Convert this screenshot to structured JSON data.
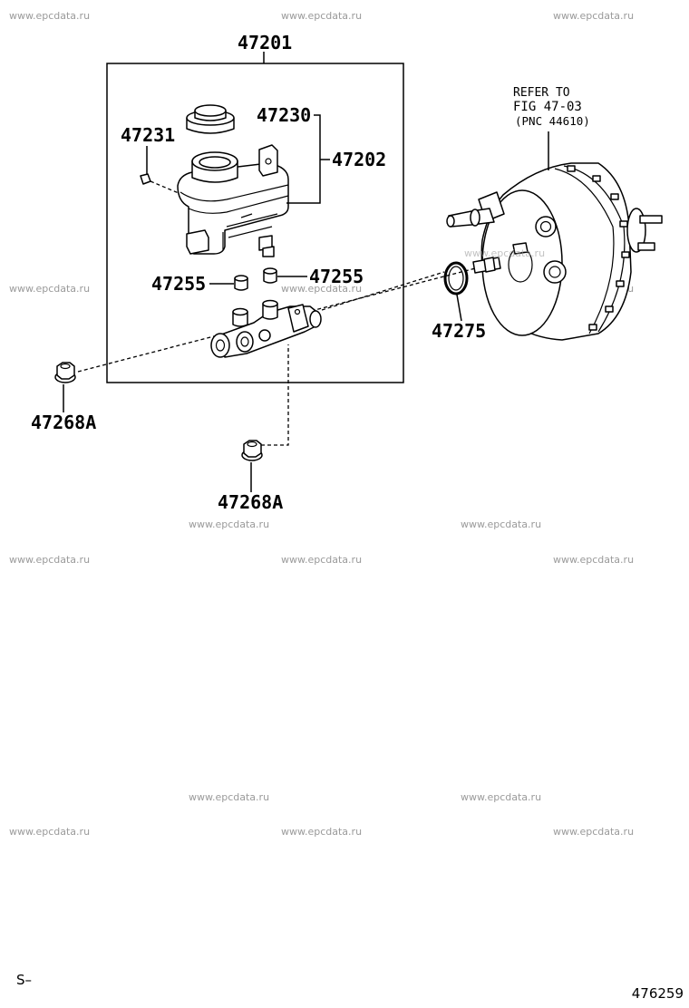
{
  "watermark": "www.epcdata.ru",
  "callouts": {
    "master_cylinder_assy": "47201",
    "reservoir_cap": "47230",
    "reservoir_screw": "47231",
    "reservoir_sub_assy": "47202",
    "grommet_left": "47255",
    "grommet_right": "47255",
    "booster_oring": "47275",
    "nut_left": "47268A",
    "nut_bottom": "47268A"
  },
  "reference": {
    "line1": "REFER TO",
    "line2": "FIG 47-03",
    "line3": "(PNC 44610)"
  },
  "footer": {
    "page_code": "S–",
    "figure_number": "476259"
  }
}
